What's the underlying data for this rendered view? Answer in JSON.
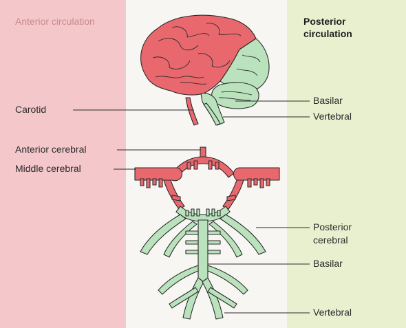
{
  "headers": {
    "anterior": "Anterior circulation",
    "posterior": "Posterior circulation"
  },
  "labels": {
    "carotid": "Carotid",
    "basilar_top": "Basilar",
    "vertebral_top": "Vertebral",
    "anterior_cerebral": "Anterior cerebral",
    "middle_cerebral": "Middle cerebral",
    "posterior_cerebral": "Posterior cerebral",
    "basilar_bottom": "Basilar",
    "vertebral_bottom": "Vertebral"
  },
  "colors": {
    "anterior_panel": "#f4c8ca",
    "posterior_panel": "#e9f0cf",
    "anterior_vessel": "#e8686e",
    "posterior_vessel": "#b9e2bd",
    "outline": "#2a2a2a"
  }
}
